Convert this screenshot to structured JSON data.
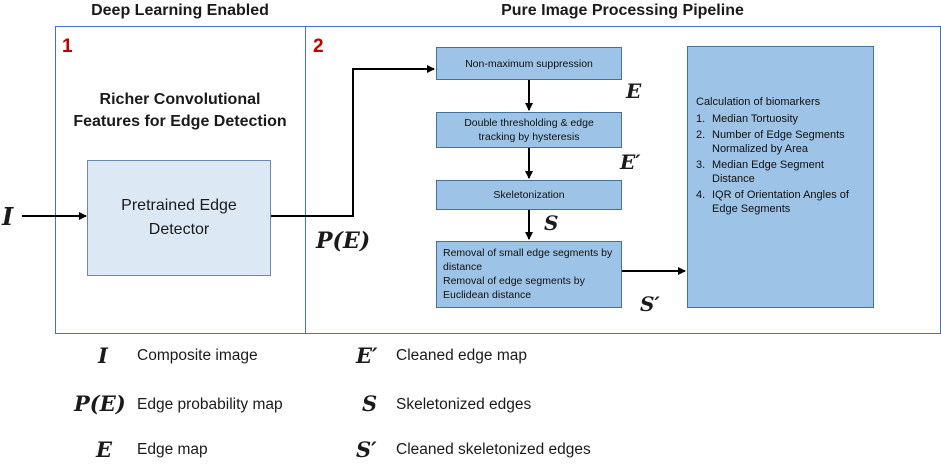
{
  "sections": {
    "deep_learning_title": "Deep Learning Enabled",
    "pipeline_title": "Pure Image Processing Pipeline"
  },
  "panel1": {
    "number": "1",
    "title_line1": "Richer Convolutional",
    "title_line2": "Features for Edge Detection",
    "detector_label": "Pretrained Edge Detector"
  },
  "panel2": {
    "number": "2",
    "steps": [
      {
        "text": "Non-maximum suppression"
      },
      {
        "text": "Double thresholding & edge tracking by hysteresis"
      },
      {
        "text": "Skeletonization"
      },
      {
        "text_line1": "Removal of small edge segments by distance",
        "text_line2": "Removal of edge segments by Euclidean distance"
      }
    ],
    "biomarkers": {
      "title": "Calculation of biomarkers",
      "items": [
        {
          "num": "1.",
          "text": "Median Tortuosity"
        },
        {
          "num": "2.",
          "text": "Number of Edge Segments Normalized by Area"
        },
        {
          "num": "3.",
          "text": "Median Edge Segment Distance"
        },
        {
          "num": "4.",
          "text": "IQR of Orientation Angles of Edge Segments"
        }
      ]
    }
  },
  "symbols": {
    "input": "I",
    "prob_map": "P(E)",
    "edge_map": "E",
    "cleaned_map": "E′",
    "skeleton": "S",
    "cleaned_skeleton": "S′"
  },
  "legend": [
    {
      "symbol": "I",
      "text": "Composite image"
    },
    {
      "symbol": "P(E)",
      "text": "Edge probability map"
    },
    {
      "symbol": "E",
      "text": "Edge map"
    },
    {
      "symbol": "E′",
      "text": "Cleaned edge map"
    },
    {
      "symbol": "S",
      "text": "Skeletonized edges"
    },
    {
      "symbol": "S′",
      "text": "Cleaned skeletonized edges"
    }
  ],
  "colors": {
    "panel_border": "#4472c4",
    "panel_number": "#c00000",
    "step_fill": "#9dc3e6",
    "detector_fill": "#dce9f5"
  }
}
